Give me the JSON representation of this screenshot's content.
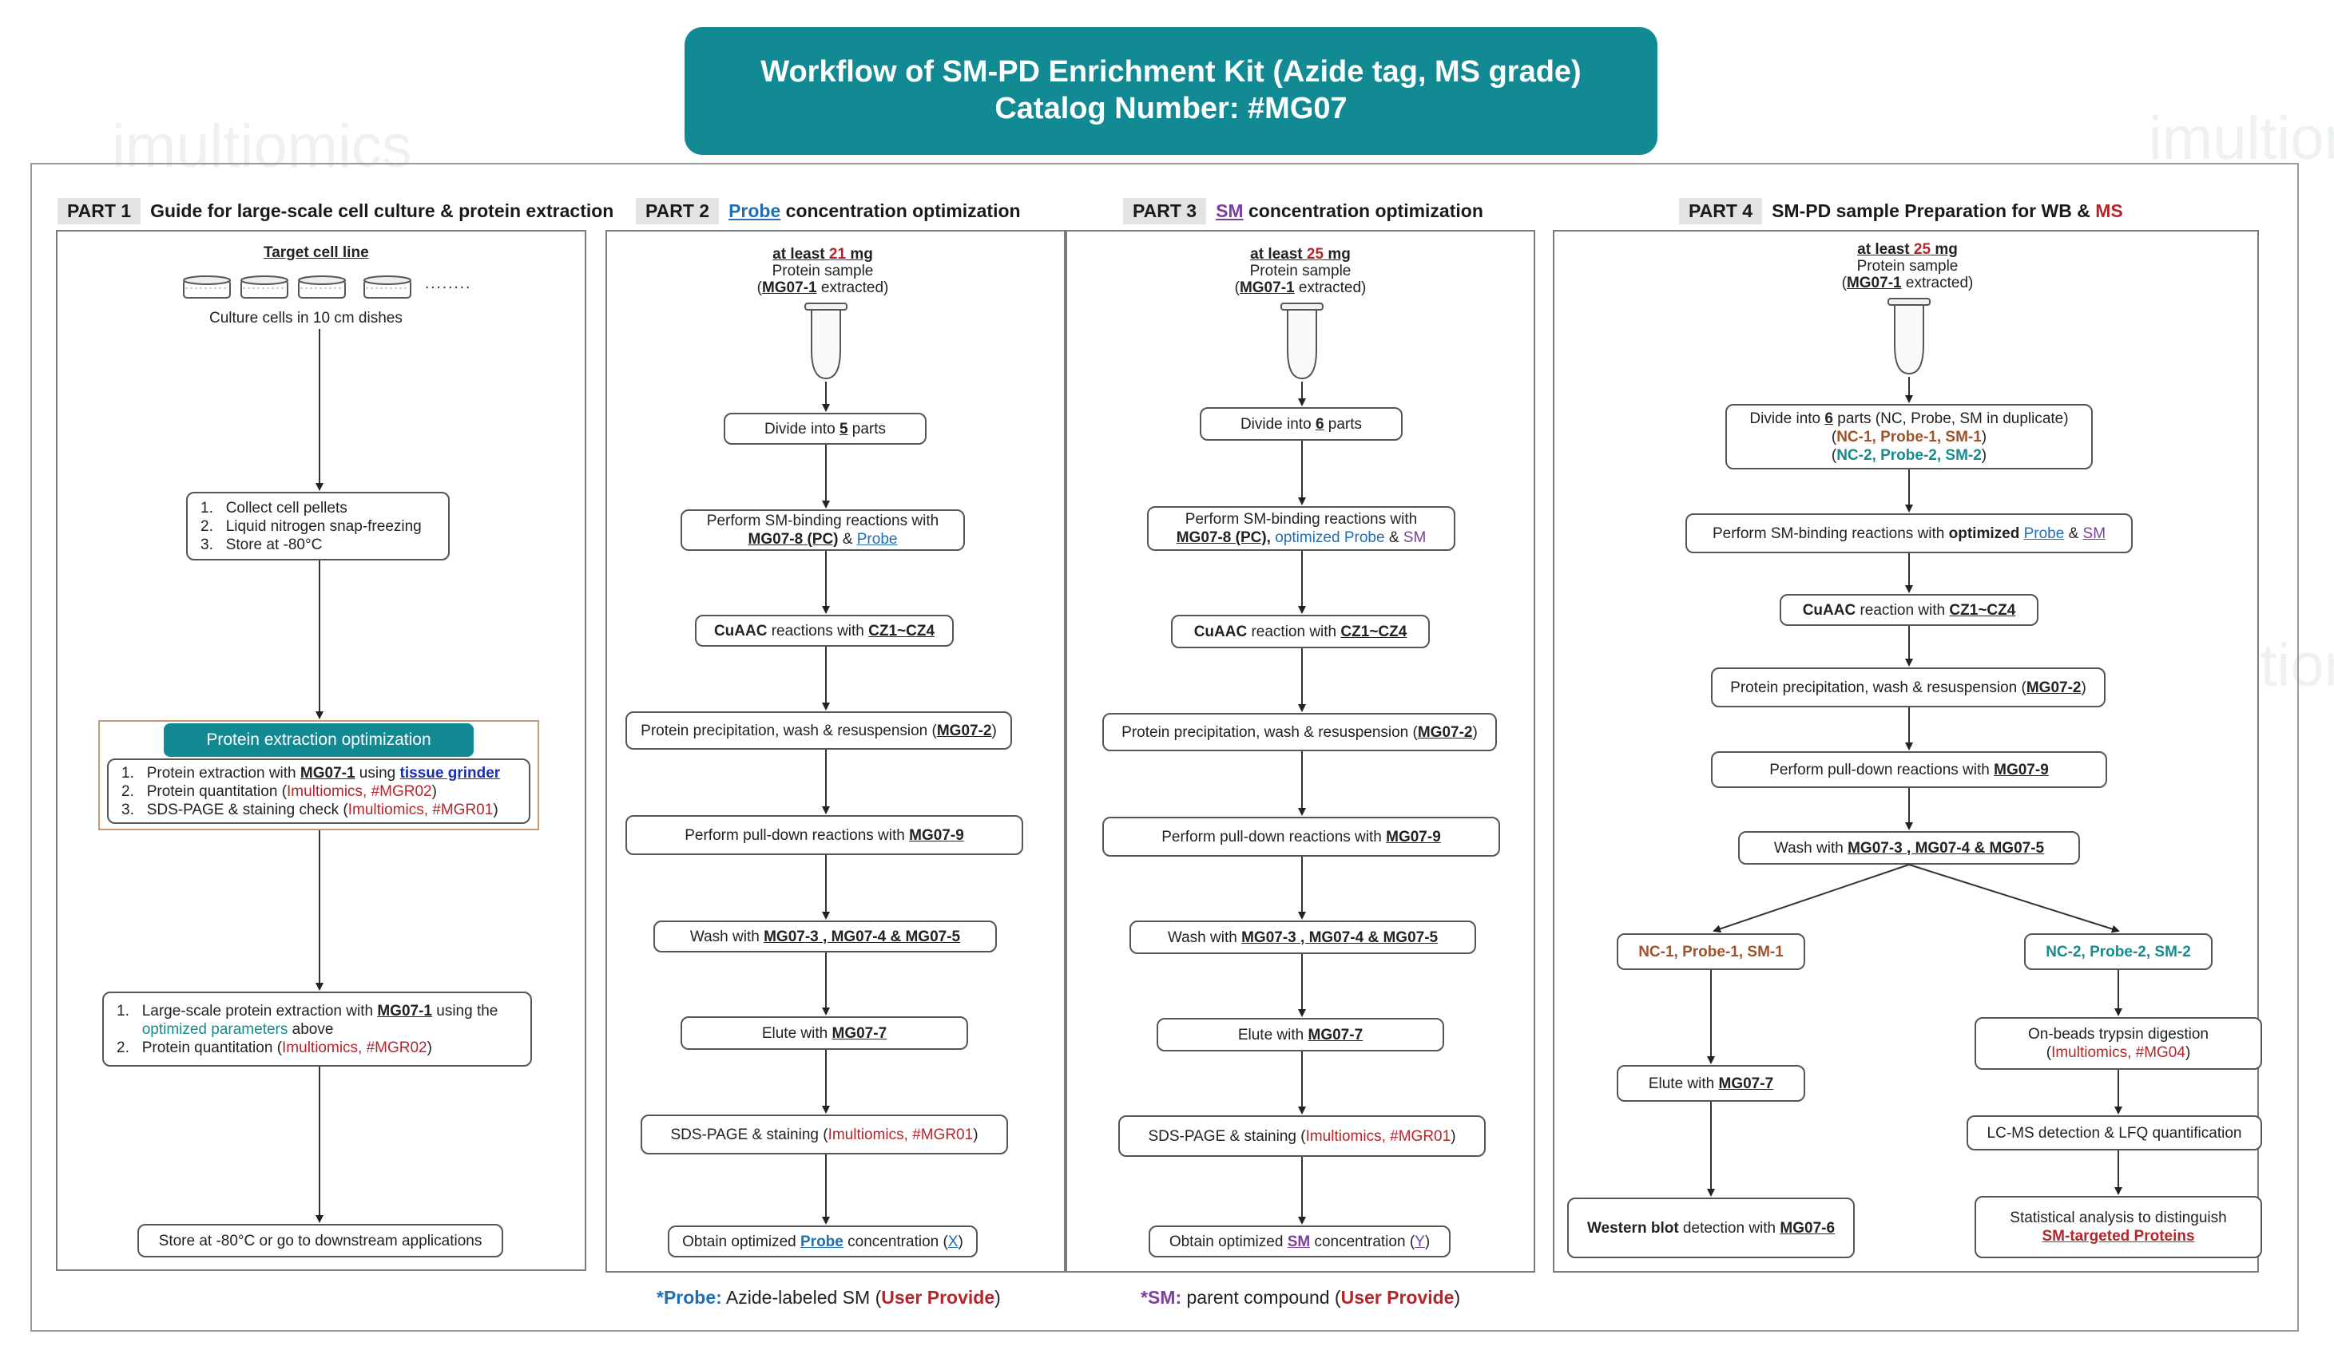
{
  "title": {
    "line1": "Workflow of  SM-PD Enrichment Kit   (Azide tag, MS grade)",
    "line2": "Catalog Number: #MG07"
  },
  "watermark": "imultiomics",
  "colors": {
    "title_bg": "#118a94",
    "red": "#b3262a",
    "blue": "#1f6fb2",
    "purple": "#7b3fa0",
    "teal": "#168a8c",
    "brown": "#a0532b"
  },
  "part1": {
    "tag": "PART 1",
    "heading": "Guide for large-scale cell culture & protein extraction",
    "target_label": "Target cell line",
    "ellipsis": "........",
    "culture_label": "Culture cells in 10 cm dishes",
    "collect": [
      "Collect cell pellets",
      "Liquid nitrogen snap-freezing",
      "Store at -80°C"
    ],
    "opt_title": "Protein extraction optimization",
    "opt_items": {
      "i1_a": "Protein extraction with ",
      "i1_b": "MG07-1",
      "i1_c": " using ",
      "i1_d": "tissue grinder",
      "i2_a": "Protein quantitation (",
      "i2_b": "Imultiomics, #MGR02",
      "i2_c": ")",
      "i3_a": "SDS-PAGE & staining check (",
      "i3_b": "Imultiomics, #MGR01",
      "i3_c": ")"
    },
    "large": {
      "l1_a": "Large-scale protein extraction with ",
      "l1_b": "MG07-1",
      "l1_c": " using the",
      "l1_d": "optimized parameters",
      "l1_e": " above",
      "l2_a": "Protein quantitation (",
      "l2_b": "Imultiomics, #MGR02",
      "l2_c": ")"
    },
    "store": "Store at -80°C or go to downstream applications"
  },
  "part2": {
    "tag": "PART 2",
    "heading_a": "Probe",
    "heading_b": " concentration optimization",
    "src": {
      "a": "at least ",
      "b": "21",
      "c": " mg",
      "d": "Protein sample",
      "e": "(",
      "f": "MG07-1",
      "g": " extracted)"
    },
    "divide": {
      "a": "Divide into ",
      "b": "5",
      "c": " parts"
    },
    "smbind": {
      "a": "Perform SM-binding reactions with",
      "b": "MG07-8 (PC)",
      "c": " & ",
      "d": "Probe"
    },
    "cuaac": {
      "a": "CuAAC",
      "b": " reactions with ",
      "c": "CZ1~CZ4"
    },
    "precip": {
      "a": "Protein precipitation, wash & resuspension (",
      "b": "MG07-2",
      "c": ")"
    },
    "pulldown": {
      "a": "Perform pull-down reactions with ",
      "b": "MG07-9"
    },
    "wash": {
      "a": "Wash with ",
      "b": "MG07-3 , MG07-4 & MG07-5"
    },
    "elute": {
      "a": "Elute with ",
      "b": "MG07-7"
    },
    "sds": {
      "a": "SDS-PAGE & staining (",
      "b": "Imultiomics, #MGR01",
      "c": ")"
    },
    "obtain": {
      "a": "Obtain optimized ",
      "b": "Probe",
      "c": " concentration (",
      "d": "X",
      "e": ")"
    }
  },
  "part3": {
    "tag": "PART 3",
    "heading_a": "SM",
    "heading_b": " concentration optimization",
    "src": {
      "a": "at least ",
      "b": "25",
      "c": " mg",
      "d": "Protein sample",
      "e": "(",
      "f": "MG07-1",
      "g": " extracted)"
    },
    "divide": {
      "a": "Divide into ",
      "b": "6",
      "c": " parts"
    },
    "smbind": {
      "a": "Perform SM-binding reactions with",
      "b": "MG07-8 (PC),",
      "c": " optimized Probe",
      "d": " & ",
      "e": "SM"
    },
    "cuaac": {
      "a": "CuAAC",
      "b": " reaction with ",
      "c": "CZ1~CZ4"
    },
    "precip": {
      "a": "Protein precipitation, wash & resuspension (",
      "b": "MG07-2",
      "c": ")"
    },
    "pulldown": {
      "a": "Perform pull-down reactions with ",
      "b": "MG07-9"
    },
    "wash": {
      "a": "Wash with  ",
      "b": "MG07-3 , MG07-4 & MG07-5"
    },
    "elute": {
      "a": "Elute with ",
      "b": "MG07-7"
    },
    "sds": {
      "a": "SDS-PAGE & staining (",
      "b": "Imultiomics, #MGR01",
      "c": ")"
    },
    "obtain": {
      "a": "Obtain optimized ",
      "b": "SM",
      "c": " concentration (",
      "d": "Y",
      "e": ")"
    }
  },
  "part4": {
    "tag": "PART 4",
    "heading_a": "SM-PD sample Preparation for WB & ",
    "heading_b": "MS",
    "src": {
      "a": "at least ",
      "b": "25",
      "c": " mg",
      "d": "Protein sample",
      "e": "(",
      "f": "MG07-1",
      "g": " extracted)"
    },
    "divide": {
      "a": "Divide into ",
      "b": "6",
      "c": " parts (NC, Probe, SM in duplicate)",
      "d": "(",
      "e": "NC-1, Probe-1, SM-1",
      "f": ")",
      "g": "(",
      "h": "NC-2, Probe-2, SM-2",
      "i": ")"
    },
    "smbind": {
      "a": "Perform SM-binding reactions with ",
      "b": "optimized",
      "c": " ",
      "d": "Probe",
      "e": " & ",
      "f": "SM"
    },
    "cuaac": {
      "a": "CuAAC",
      "b": " reaction with ",
      "c": "CZ1~CZ4"
    },
    "precip": {
      "a": "Protein precipitation, wash & resuspension (",
      "b": "MG07-2",
      "c": ")"
    },
    "pulldown": {
      "a": "Perform pull-down reactions with ",
      "b": "MG07-9"
    },
    "wash": {
      "a": "Wash with ",
      "b": "MG07-3 , MG07-4 & MG07-5"
    },
    "branch_left": "NC-1, Probe-1, SM-1",
    "branch_right": "NC-2, Probe-2, SM-2",
    "elute": {
      "a": "Elute with ",
      "b": "MG07-7"
    },
    "western": {
      "a": "Western blot",
      "b": " detection with ",
      "c": "MG07-6"
    },
    "trypsin": {
      "a": "On-beads trypsin digestion",
      "b": "(",
      "c": "Imultiomics, #MG04",
      "d": ")"
    },
    "lcms": "LC-MS detection & LFQ quantification",
    "stat": {
      "a": "Statistical analysis to distinguish",
      "b": "SM-targeted Proteins"
    }
  },
  "footnotes": {
    "probe": {
      "a": "*Probe:",
      "b": " Azide-labeled SM (",
      "c": "User Provide",
      "d": ")"
    },
    "sm": {
      "a": "*SM:",
      "b": " parent compound (",
      "c": "User Provide",
      "d": ")"
    }
  }
}
